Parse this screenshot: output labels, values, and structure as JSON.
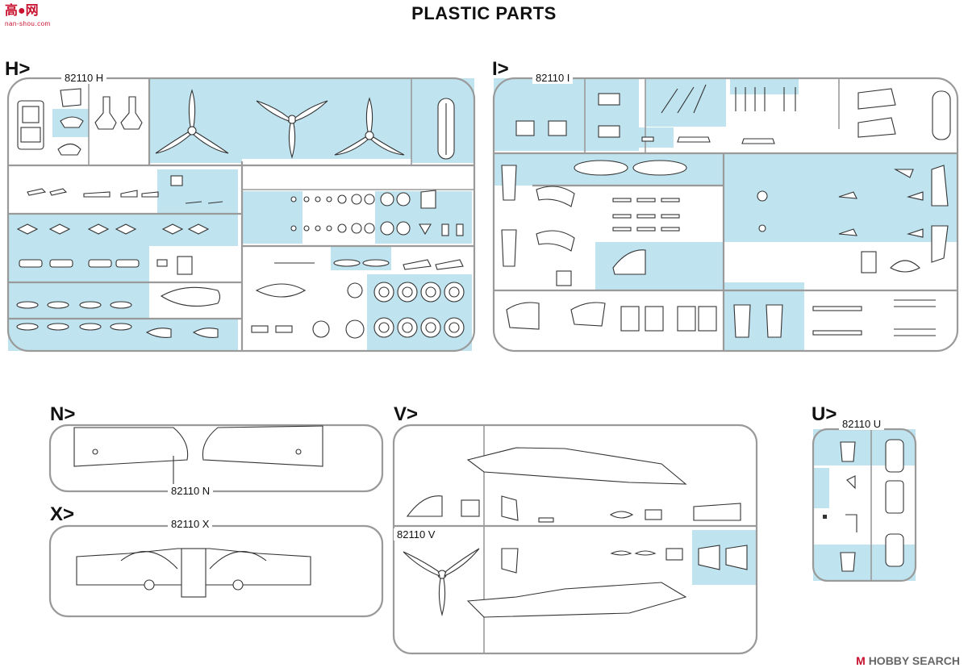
{
  "title": "PLASTIC PARTS",
  "watermark_left": {
    "brand": "高●网",
    "url": "nan-shou.com"
  },
  "watermark_right": {
    "mark": "M",
    "brand": "HOBBY SEARCH"
  },
  "sprues": {
    "H": {
      "label": "H>",
      "code": "82110 H"
    },
    "I": {
      "label": "I>",
      "code": "82110 I"
    },
    "N": {
      "label": "N>",
      "code": "82110 N"
    },
    "X": {
      "label": "X>",
      "code": "82110 X"
    },
    "V": {
      "label": "V>",
      "code": "82110 V"
    },
    "U": {
      "label": "U>",
      "code": "82110 U"
    }
  },
  "colors": {
    "highlight": "#bfe3ef",
    "frame": "#9a9a9a",
    "part": "#333333"
  }
}
